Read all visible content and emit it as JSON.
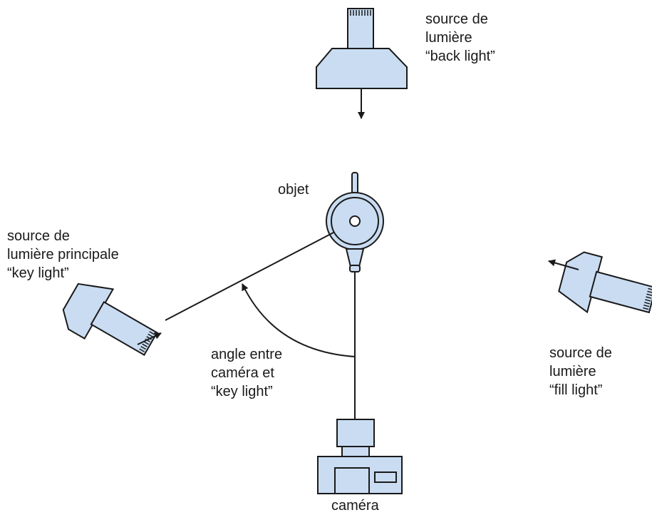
{
  "colors": {
    "fixture_fill": "#c9dcf2",
    "stroke": "#1a1a1a",
    "background": "#ffffff"
  },
  "labels": {
    "back_light": [
      "source de",
      "lumière",
      "“back light”"
    ],
    "object": "objet",
    "key_light": [
      "source de",
      "lumière principale",
      "“key light”"
    ],
    "angle": [
      "angle entre",
      "caméra et",
      "“key light”"
    ],
    "fill_light": [
      "source de",
      "lumière",
      "“fill light”"
    ],
    "camera": "caméra"
  },
  "icons": {
    "back_light": "spotlight-icon",
    "key_light": "spotlight-icon",
    "fill_light": "spotlight-icon",
    "object": "teapot-icon",
    "camera": "camera-icon"
  }
}
